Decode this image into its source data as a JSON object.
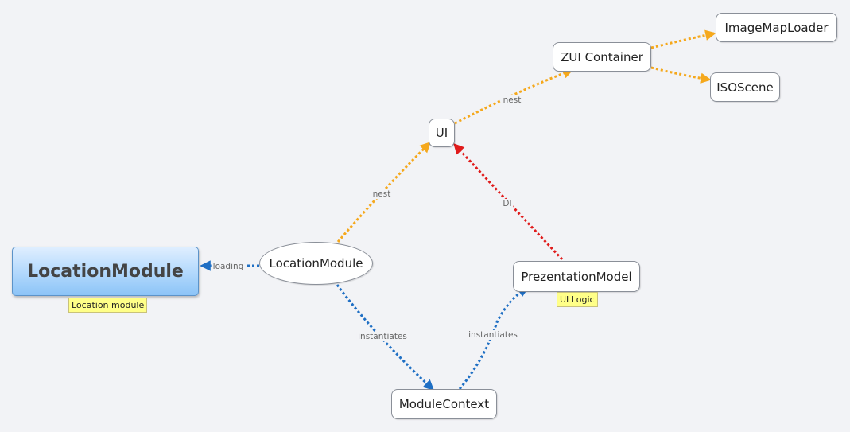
{
  "nodes": {
    "central": "LocationModule",
    "location_module": "LocationModule",
    "ui": "UI",
    "zui_container": "ZUI Container",
    "image_map_loader": "ImageMapLoader",
    "iso_scene": "ISOScene",
    "prezentation_model": "PrezentationModel",
    "module_context": "ModuleContext"
  },
  "notes": {
    "central": "Location module",
    "prezentation_model": "UI Logic"
  },
  "edge_labels": {
    "loading": "loading",
    "nest_lm_ui": "nest",
    "nest_ui_zui": "nest",
    "di": "DI",
    "instantiates_lm_mc": "instantiates",
    "instantiates_mc_pm": "instantiates"
  },
  "colors": {
    "blue": "#1f6fc4",
    "orange": "#f5a81c",
    "red": "#e01b1b",
    "central_fill": "#a9d3fa",
    "note_fill": "#ffff88"
  }
}
